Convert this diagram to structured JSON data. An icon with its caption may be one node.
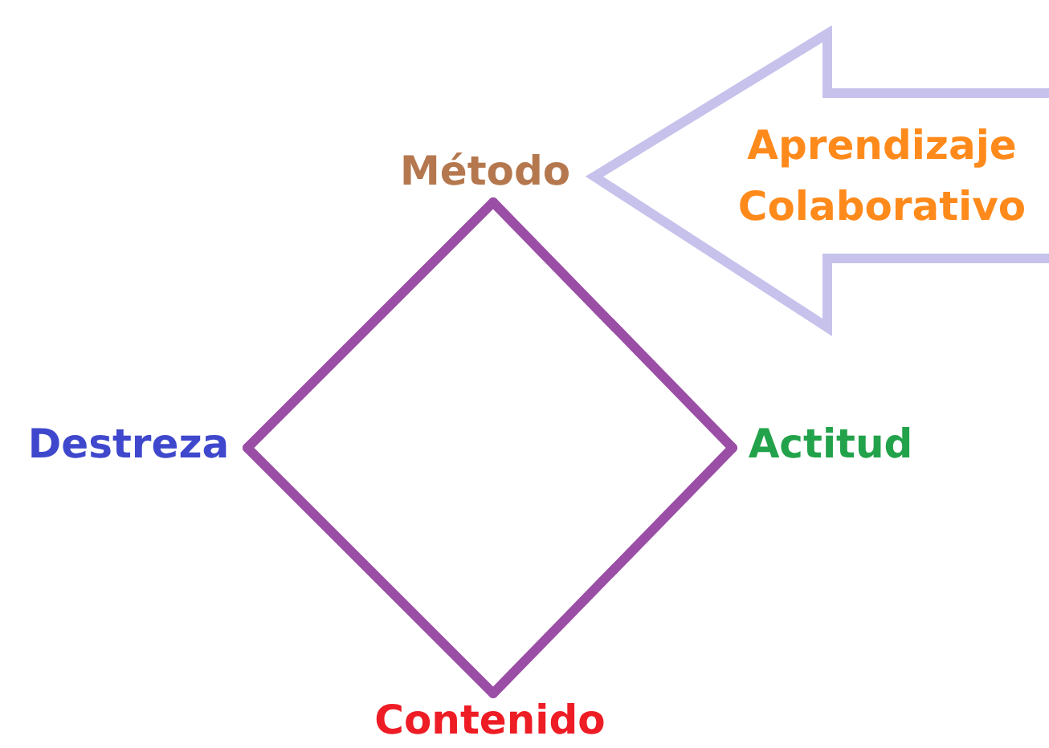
{
  "diagram": {
    "nodes": [
      {
        "text": [
          "Método"
        ]
      },
      {
        "text": [
          "Aprendizaje Colaborativo"
        ]
      },
      {
        "text": [
          "Destreza"
        ]
      },
      {
        "text": [
          "Actitud"
        ]
      },
      {
        "text": [
          "Contenido"
        ]
      }
    ],
    "edges": [
      {
        "from": 0,
        "to": 3,
        "arrow": "none"
      },
      {
        "from": 3,
        "to": 4,
        "arrow": "none"
      },
      {
        "from": 4,
        "to": 2,
        "arrow": "none"
      },
      {
        "from": 2,
        "to": 0,
        "arrow": "none"
      }
    ]
  }
}
